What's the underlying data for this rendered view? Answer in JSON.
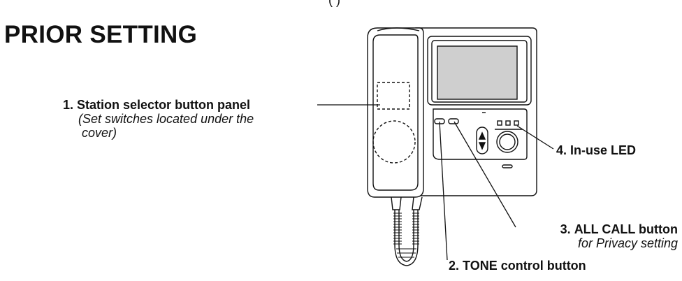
{
  "header": {
    "fragment": "(                )"
  },
  "title": "PRIOR SETTING",
  "callouts": [
    {
      "number": "1.",
      "label": "Station selector button panel",
      "note_line1": "(Set switches located under the",
      "note_line2": " cover)"
    },
    {
      "number": "2.",
      "label": "TONE control button"
    },
    {
      "number": "3.",
      "label": "ALL CALL button",
      "note_line1": "for Privacy setting"
    },
    {
      "number": "4.",
      "label": "In-use LED"
    }
  ]
}
